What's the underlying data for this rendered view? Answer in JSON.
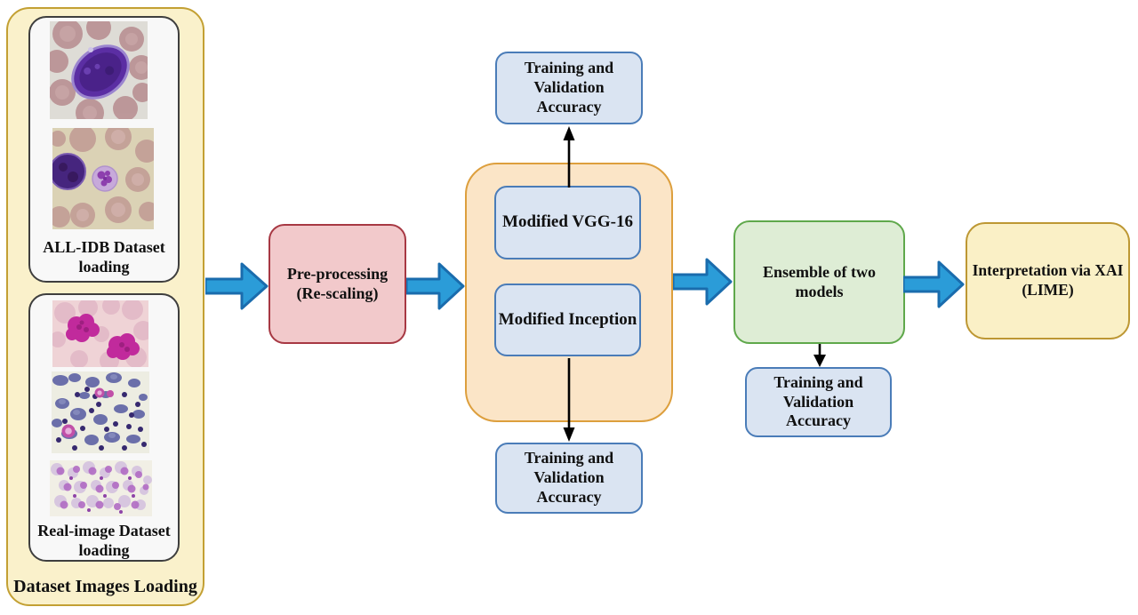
{
  "dataset_panel": {
    "title": "Dataset Images Loading",
    "allidb_box": {
      "label": "ALL-IDB Dataset loading"
    },
    "real_box": {
      "label": "Real-image Dataset loading"
    }
  },
  "preprocessing_box": {
    "label": "Pre-processing (Re-scaling)"
  },
  "models_panel": {
    "vgg_box": {
      "label": "Modified VGG-16"
    },
    "inception_box": {
      "label": "Modified Inception"
    }
  },
  "vgg_accuracy_box": {
    "label": "Training and Validation Accuracy"
  },
  "inception_accuracy_box": {
    "label": "Training and Validation Accuracy"
  },
  "ensemble_box": {
    "label": "Ensemble of two models"
  },
  "ensemble_accuracy_box": {
    "label": "Training and Validation Accuracy"
  },
  "xai_box": {
    "label": "Interpretation via XAI (LIME)"
  },
  "colors": {
    "flow_arrow_fill": "#2B9CD8",
    "flow_arrow_stroke": "#1A6CAD",
    "dataset_panel_fill": "#FAF1CB",
    "dataset_panel_border": "#C3A033",
    "preprocessing_fill": "#F2C9CB",
    "preprocessing_border": "#A73843",
    "models_panel_fill": "#FBE5C7",
    "models_panel_border": "#DD9F3D",
    "model_box_fill": "#DAE4F2",
    "model_box_border": "#4A7CB8",
    "ensemble_fill": "#DEEDD5",
    "ensemble_border": "#5FA84B",
    "xai_fill": "#FAF0C6",
    "xai_border": "#BD9733",
    "connector_arrow": "#000000"
  }
}
